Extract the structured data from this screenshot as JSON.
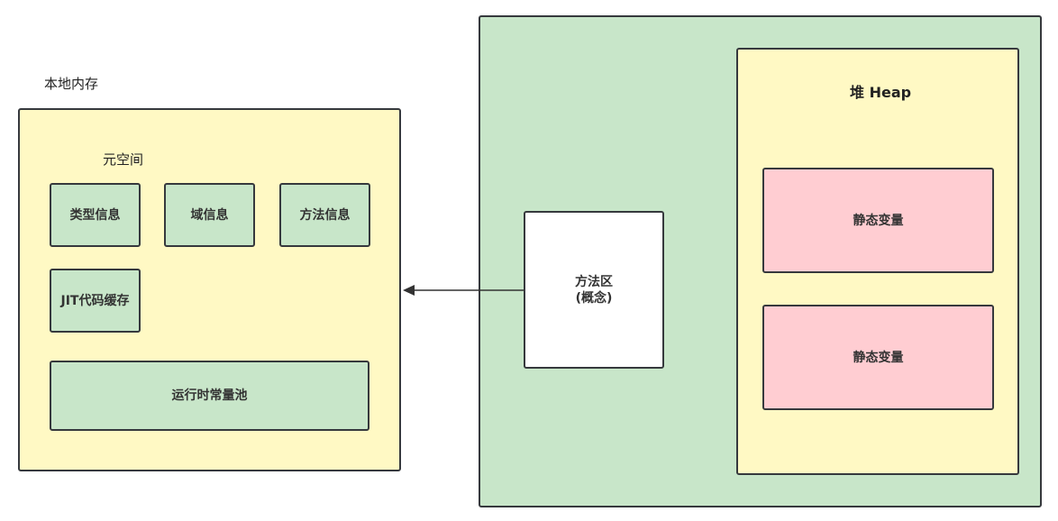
{
  "local_memory": {
    "title": "本地内存",
    "metaspace": {
      "title": "元空间",
      "items": [
        "类型信息",
        "域信息",
        "方法信息",
        "JIT代码缓存"
      ],
      "constant_pool": "运行时常量池"
    }
  },
  "jvm": {
    "method_area": {
      "line1": "方法区",
      "line2": "(概念)"
    },
    "heap": {
      "title": "堆 Heap",
      "static_vars": [
        "静态变量",
        "静态变量"
      ]
    }
  },
  "colors": {
    "green": "#c8e6c9",
    "yellow": "#fff9c4",
    "pink": "#ffcdd2",
    "border": "#36393d"
  }
}
